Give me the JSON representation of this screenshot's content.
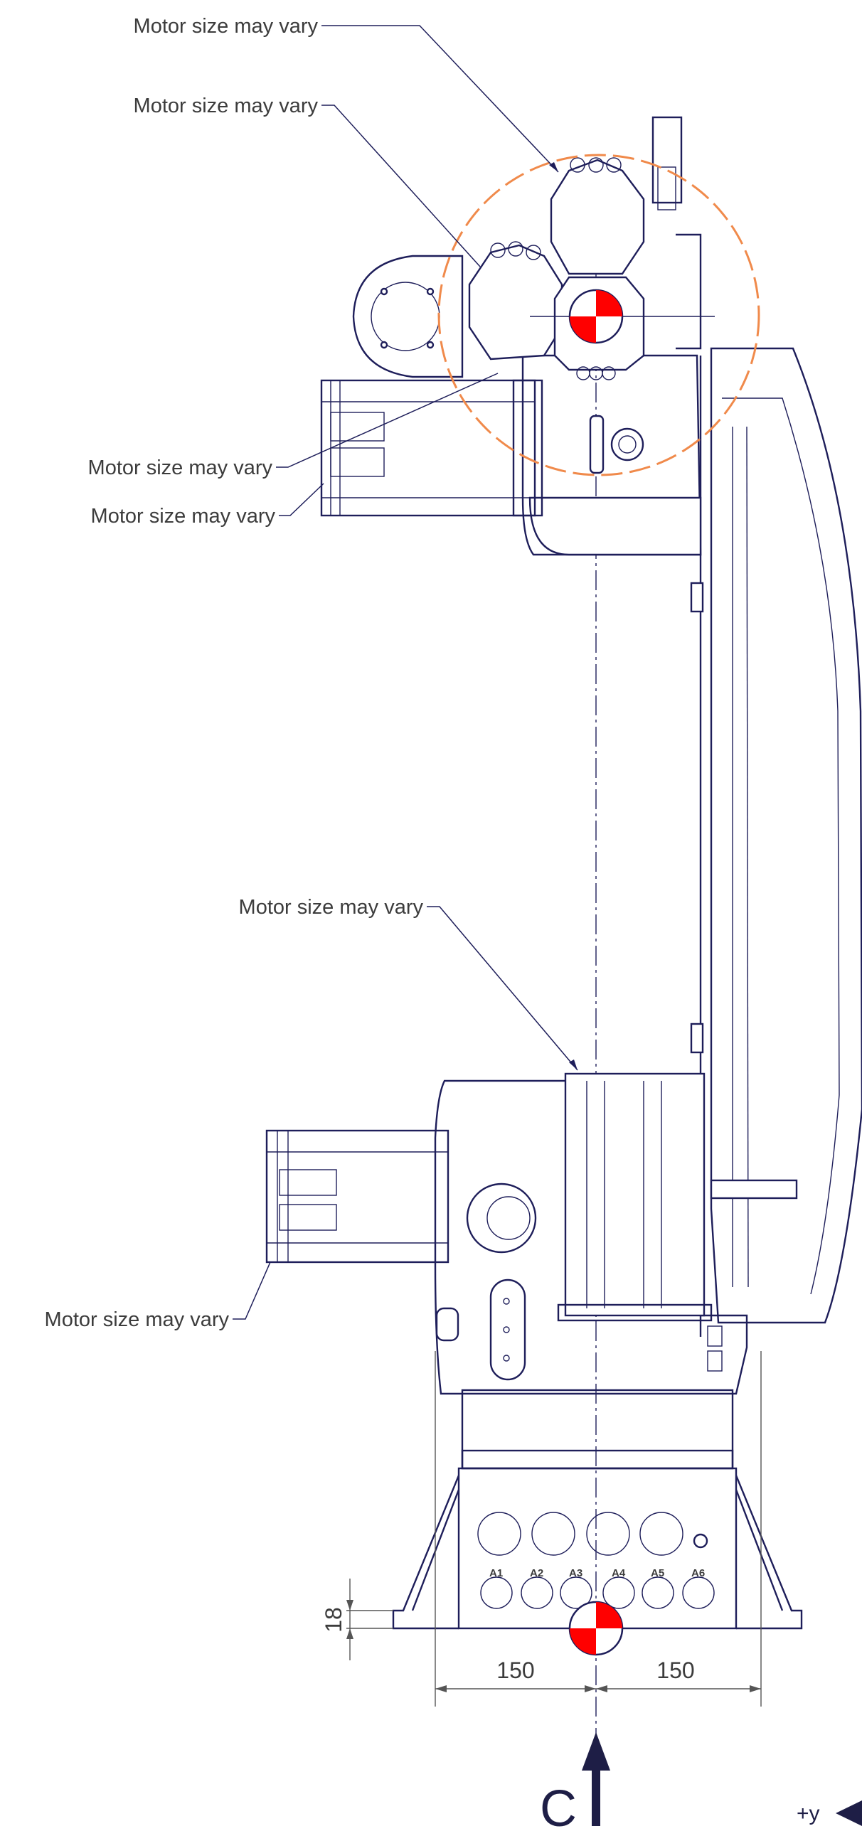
{
  "labels": {
    "motor_1": "Motor size may vary",
    "motor_2": "Motor size may vary",
    "motor_3": "Motor size may vary",
    "motor_4": "Motor size may vary",
    "motor_5": "Motor size may vary",
    "motor_6": "Motor size may vary"
  },
  "dimensions": {
    "height_offset": "18",
    "left_width": "150",
    "right_width": "150"
  },
  "view_marker": "C",
  "axis_label": "+y",
  "port_labels": [
    "A1",
    "A2",
    "A3",
    "A4",
    "A5",
    "A6"
  ],
  "colors": {
    "line": "#1e1e5a",
    "highlight_circle": "#f08a4b",
    "center_of_gravity": "#ff0000"
  }
}
